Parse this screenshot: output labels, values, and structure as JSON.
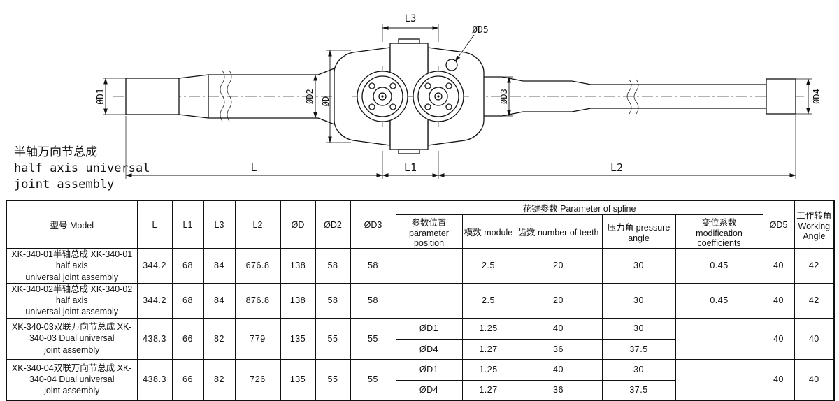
{
  "drawing": {
    "title_cn": "半轴万向节总成",
    "title_en_line1": "half axis universal",
    "title_en_line2": "joint assembly",
    "labels": {
      "L": "L",
      "L1": "L1",
      "L2": "L2",
      "L3": "L3",
      "D1": "ØD1",
      "D2": "ØD2",
      "D": "ØD",
      "D3": "ØD3",
      "D4": "ØD4",
      "D5": "ØD5"
    }
  },
  "table": {
    "headers": {
      "model": "型号 Model",
      "L": "L",
      "L1": "L1",
      "L3": "L3",
      "L2": "L2",
      "D": "ØD",
      "D2": "ØD2",
      "D3": "ØD3",
      "spline": "花键参数 Parameter of spline",
      "param_position": "参数位置 parameter position",
      "module": "模数 module",
      "teeth": "齿数 number of teeth",
      "pressure_angle": "压力角 pressure angle",
      "mod_coeff": "变位系数 modification coefficients",
      "D5": "ØD5",
      "working_angle": "工作转角 Working Angle"
    },
    "rows": [
      {
        "model_line1": "XK-340-01半轴总成 XK-340-01 half axis",
        "model_line2": "universal joint assembly",
        "L": "344.2",
        "L1": "68",
        "L3": "84",
        "L2": "676.8",
        "D": "138",
        "D2": "58",
        "D3": "58",
        "param_position": "",
        "module": "2.5",
        "teeth": "20",
        "pressure_angle": "30",
        "mod_coeff": "0.45",
        "D5": "40",
        "working_angle": "42"
      },
      {
        "model_line1": "XK-340-02半轴总成 XK-340-02 half axis",
        "model_line2": "universal joint assembly",
        "L": "344.2",
        "L1": "68",
        "L3": "84",
        "L2": "876.8",
        "D": "138",
        "D2": "58",
        "D3": "58",
        "param_position": "",
        "module": "2.5",
        "teeth": "20",
        "pressure_angle": "30",
        "mod_coeff": "0.45",
        "D5": "40",
        "working_angle": "42"
      },
      {
        "model_line1": "XK-340-03双联万向节总成 XK-340-03 Dual universal",
        "model_line2": "joint assembly",
        "L": "438.3",
        "L1": "66",
        "L3": "82",
        "L2": "779",
        "D": "135",
        "D2": "55",
        "D3": "55",
        "sub_rows": [
          {
            "param_position": "ØD1",
            "module": "1.25",
            "teeth": "40",
            "pressure_angle": "30"
          },
          {
            "param_position": "ØD4",
            "module": "1.27",
            "teeth": "36",
            "pressure_angle": "37.5"
          }
        ],
        "mod_coeff": "",
        "D5": "40",
        "working_angle": "40"
      },
      {
        "model_line1": "XK-340-04双联万向节总成 XK-340-04 Dual universal",
        "model_line2": "joint assembly",
        "L": "438.3",
        "L1": "66",
        "L3": "82",
        "L2": "726",
        "D": "135",
        "D2": "55",
        "D3": "55",
        "sub_rows": [
          {
            "param_position": "ØD1",
            "module": "1.25",
            "teeth": "40",
            "pressure_angle": "30"
          },
          {
            "param_position": "ØD4",
            "module": "1.27",
            "teeth": "36",
            "pressure_angle": "37.5"
          }
        ],
        "mod_coeff": "",
        "D5": "40",
        "working_angle": "40"
      }
    ]
  }
}
